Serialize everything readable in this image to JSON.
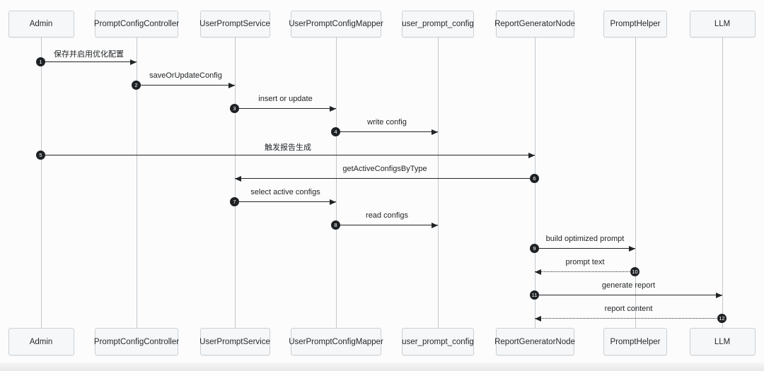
{
  "diagram": {
    "type": "sequence-diagram",
    "colors": {
      "background": "#fcfcfd",
      "message_line": "#222526",
      "lifeline": "#c3c8cb",
      "participant_fill": "#f6f7f8",
      "participant_border": "#ccd1d4",
      "sequence_badge": "#1e2124",
      "text": "#26292b"
    },
    "participants": [
      {
        "id": "admin",
        "label": "Admin"
      },
      {
        "id": "prompt-config-controller",
        "label": "PromptConfigController"
      },
      {
        "id": "user-prompt-service",
        "label": "UserPromptService"
      },
      {
        "id": "user-prompt-config-mapper",
        "label": "UserPromptConfigMapper"
      },
      {
        "id": "user-prompt-config",
        "label": "user_prompt_config"
      },
      {
        "id": "report-generator-node",
        "label": "ReportGeneratorNode"
      },
      {
        "id": "prompt-helper",
        "label": "PromptHelper"
      },
      {
        "id": "llm",
        "label": "LLM"
      }
    ],
    "messages": [
      {
        "seq": 1,
        "from": "admin",
        "to": "prompt-config-controller",
        "label": "保存并启用优化配置",
        "style": "solid"
      },
      {
        "seq": 2,
        "from": "prompt-config-controller",
        "to": "user-prompt-service",
        "label": "saveOrUpdateConfig",
        "style": "solid"
      },
      {
        "seq": 3,
        "from": "user-prompt-service",
        "to": "user-prompt-config-mapper",
        "label": "insert or update",
        "style": "solid"
      },
      {
        "seq": 4,
        "from": "user-prompt-config-mapper",
        "to": "user-prompt-config",
        "label": "write config",
        "style": "solid"
      },
      {
        "seq": 5,
        "from": "admin",
        "to": "report-generator-node",
        "label": "触发报告生成",
        "style": "solid"
      },
      {
        "seq": 6,
        "from": "report-generator-node",
        "to": "user-prompt-service",
        "label": "getActiveConfigsByType",
        "style": "solid"
      },
      {
        "seq": 7,
        "from": "user-prompt-service",
        "to": "user-prompt-config-mapper",
        "label": "select active configs",
        "style": "solid"
      },
      {
        "seq": 8,
        "from": "user-prompt-config-mapper",
        "to": "user-prompt-config",
        "label": "read configs",
        "style": "solid"
      },
      {
        "seq": 9,
        "from": "report-generator-node",
        "to": "prompt-helper",
        "label": "build optimized prompt",
        "style": "solid"
      },
      {
        "seq": 10,
        "from": "prompt-helper",
        "to": "report-generator-node",
        "label": "prompt text",
        "style": "dashed"
      },
      {
        "seq": 11,
        "from": "report-generator-node",
        "to": "llm",
        "label": "generate report",
        "style": "solid"
      },
      {
        "seq": 12,
        "from": "llm",
        "to": "report-generator-node",
        "label": "report content",
        "style": "dashed"
      }
    ]
  }
}
